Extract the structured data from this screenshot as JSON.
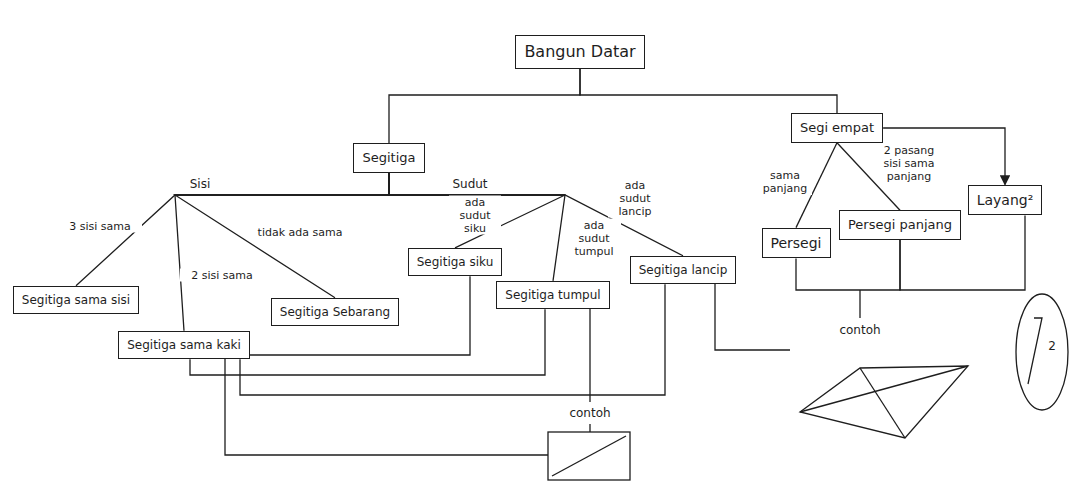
{
  "diagram": {
    "nodes": [
      {
        "text": [
          "Bangun Datar"
        ]
      },
      {
        "text": [
          "Segitiga"
        ]
      },
      {
        "text": [
          "Segi empat"
        ]
      },
      {
        "text": [
          "Segitiga sama sisi"
        ]
      },
      {
        "text": [
          "Segitiga sama kaki"
        ]
      },
      {
        "text": [
          "Segitiga Sebarang"
        ]
      },
      {
        "text": [
          "Segitiga siku"
        ]
      },
      {
        "text": [
          "Segitiga tumpul"
        ]
      },
      {
        "text": [
          "Segitiga lancip"
        ]
      },
      {
        "text": [
          "Persegi"
        ]
      },
      {
        "text": [
          "Persegi panjang"
        ]
      },
      {
        "text": [
          "Layang²"
        ]
      }
    ],
    "edges": [
      {
        "from": 0,
        "to": 1,
        "arrow": "none"
      },
      {
        "from": 0,
        "to": 2,
        "arrow": "none"
      },
      {
        "from": 1,
        "to": 3,
        "label": "3 sisi sama",
        "arrow": "none"
      },
      {
        "from": 1,
        "to": 4,
        "label": "2 sisi sama",
        "arrow": "none"
      },
      {
        "from": 1,
        "to": 5,
        "label": "tidak ada sama",
        "arrow": "none"
      },
      {
        "from": 1,
        "to": 6,
        "label": "ada sudut siku",
        "arrow": "none"
      },
      {
        "from": 1,
        "to": 7,
        "label": "ada sudut tumpul",
        "arrow": "none"
      },
      {
        "from": 1,
        "to": 8,
        "label": "ada sudut lancip",
        "arrow": "none"
      },
      {
        "from": 2,
        "to": 9,
        "label": "sama panjang",
        "arrow": "none"
      },
      {
        "from": 2,
        "to": 10,
        "label": "2 pasang sisi sama panjang",
        "arrow": "none"
      },
      {
        "from": 2,
        "to": 11,
        "arrow": "to"
      },
      {
        "from": 6,
        "to": 4,
        "arrow": "none"
      },
      {
        "from": 7,
        "to": 4,
        "arrow": "none"
      },
      {
        "from": 8,
        "to": 4,
        "arrow": "none"
      },
      {
        "from": 9,
        "to": 10,
        "arrow": "none"
      },
      {
        "from": 10,
        "to": 11,
        "arrow": "none"
      }
    ],
    "labels": [
      "Sisi",
      "Sudut",
      "contoh",
      "contoh",
      "2"
    ]
  }
}
